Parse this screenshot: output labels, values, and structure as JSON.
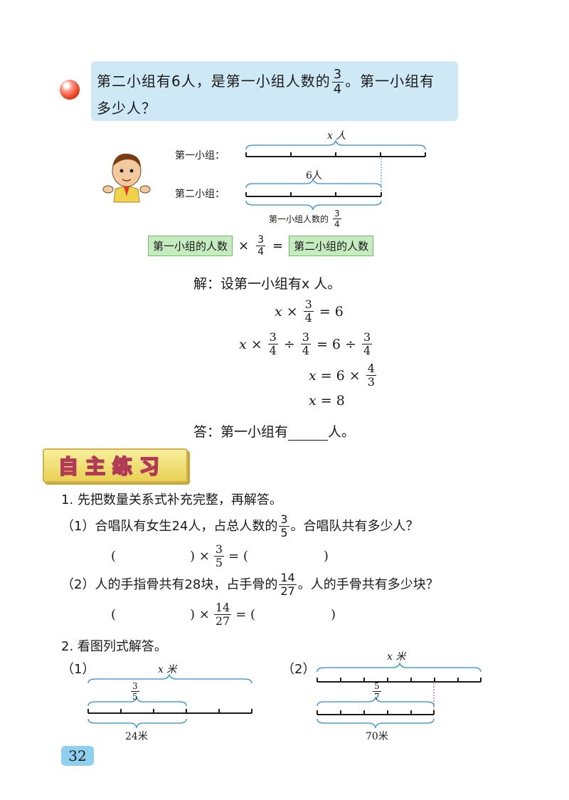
{
  "question": {
    "text_before": "第二小组有6人，是第一小组人数的",
    "frac_num": "3",
    "frac_den": "4",
    "text_after": "。第一小组有",
    "line2": "多少人？"
  },
  "diagram": {
    "group1_label": "第一小组：",
    "group2_label": "第二小组：",
    "top_brace_label": "x 人",
    "mid_brace_label": "6人",
    "bottom_brace_label": "第一小组人数的",
    "bottom_frac_num": "3",
    "bottom_frac_den": "4"
  },
  "relation": {
    "left_box": "第一小组的人数",
    "times": "×",
    "num": "3",
    "den": "4",
    "equals": "=",
    "right_box": "第二小组的人数"
  },
  "solution": {
    "intro": "解：设第一小组有x 人。",
    "answer_prefix": "答：第一小组有",
    "answer_suffix": "人。"
  },
  "section_title": "自主练习",
  "exercise1": {
    "title": "1. 先把数量关系式补充完整，再解答。",
    "p1_text_before": "（1）合唱队有女生24人，占总人数的",
    "p1_num": "3",
    "p1_den": "5",
    "p1_text_after": "。合唱队共有多少人？",
    "p1_eq_open": "(",
    "p1_eq_close": ") ×",
    "p1_eq_num": "3",
    "p1_eq_den": "5",
    "p1_eq_rhs_open": "= (",
    "p1_eq_rhs_close": ")",
    "p2_text_before": "（2）人的手指骨共有28块，占手骨的",
    "p2_num": "14",
    "p2_den": "27",
    "p2_text_after": "。人的手骨共有多少块？",
    "p2_eq_open": "(",
    "p2_eq_close": ") ×",
    "p2_eq_num": "14",
    "p2_eq_den": "27",
    "p2_eq_rhs_open": "= (",
    "p2_eq_rhs_close": ")"
  },
  "exercise2": {
    "title": "2. 看图列式解答。",
    "d1_label": "（1）",
    "d1_top": "x 米",
    "d1_frac_num": "3",
    "d1_frac_den": "5",
    "d1_bottom": "24米",
    "d2_label": "（2）",
    "d2_top": "x 米",
    "d2_frac_num": "5",
    "d2_frac_den": "7",
    "d2_bottom": "70米"
  },
  "page_number": "32",
  "colors": {
    "question_bg": "#cfe8f6",
    "green_box": "#c6ebc0",
    "title_stroke": "#b13a56",
    "badge": "#8fd0ee",
    "brace": "#2a8fd6",
    "dotted_1": "#2a8fd6",
    "dotted_2": "#d41e7a"
  }
}
